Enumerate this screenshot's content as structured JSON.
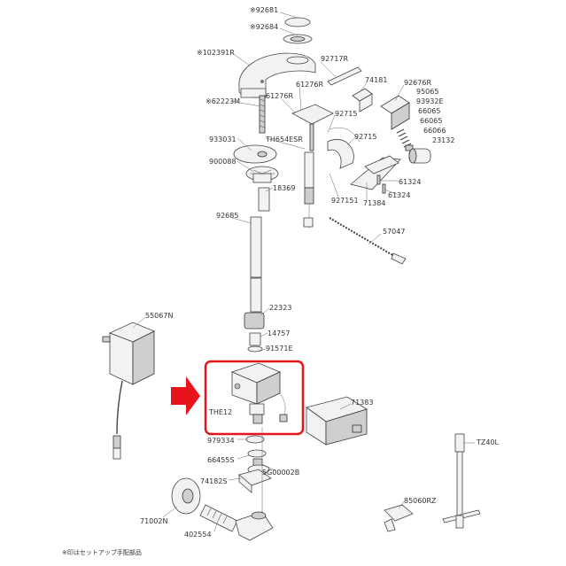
{
  "colors": {
    "highlight": "#e8141b",
    "line": "#444444",
    "fill": "#f2f2f2"
  },
  "labels": {
    "p92681": "※92681",
    "p92684": "※92684",
    "p102391R": "※102391R",
    "p92717R": "92717R",
    "p74181": "74181",
    "p92676R": "92676R",
    "p61276R_a": "61276R",
    "p61276R_b": "61276R",
    "p95065": "95065",
    "p93932E": "93932E",
    "p66065_a": "66065",
    "p66065_b": "66065",
    "p66066": "66066",
    "p62223M": "※62223M",
    "p92715_a": "92715",
    "p92715_b": "92715",
    "p23132": "23132",
    "p933031": "933031",
    "pTH654ESR": "TH654ESR",
    "p900088": "900088",
    "p61324_a": "61324",
    "p61324_b": "61324",
    "p18369": "18369",
    "p927151": "927151",
    "p71384": "71384",
    "p92685": "92685",
    "p57047": "57047",
    "p55067N": "55067N",
    "p22323": "22323",
    "p14757": "14757",
    "p91571E": "91571E",
    "pTHE12": "THE12",
    "p71383": "71383",
    "p979334": "979334",
    "p66455S": "66455S",
    "p74182S": "74182S",
    "p5G00002B": "5G00002B",
    "pTZ40L": "TZ40L",
    "p85060RZ": "85060RZ",
    "p71002N": "71002N",
    "p402554": "402554"
  },
  "footnote": "※印はセットアップ手配部品"
}
